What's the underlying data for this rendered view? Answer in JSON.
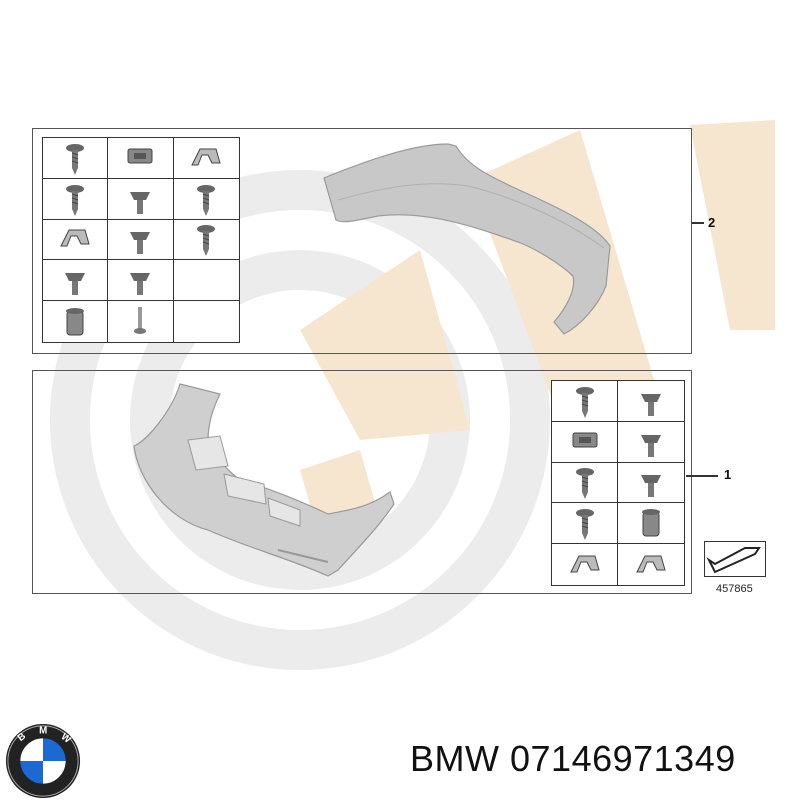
{
  "diagram": {
    "callouts": [
      {
        "label": "2",
        "part": "rear-bumper"
      },
      {
        "label": "1",
        "part": "front-bumper"
      }
    ],
    "reference_number": "457865",
    "top_grid": {
      "rows": 5,
      "cols": 3
    },
    "bottom_grid": {
      "rows": 5,
      "cols": 2
    }
  },
  "caption": {
    "brand": "BMW",
    "part_number": "07146971349"
  },
  "logo": {
    "lettering": "BMW"
  },
  "colors": {
    "watermark_gray": "#ececec",
    "watermark_orange": "#f6e6cf",
    "bumper_gray": "#c8c8c8",
    "line": "#333333",
    "logo_blue": "#1c69d4"
  }
}
